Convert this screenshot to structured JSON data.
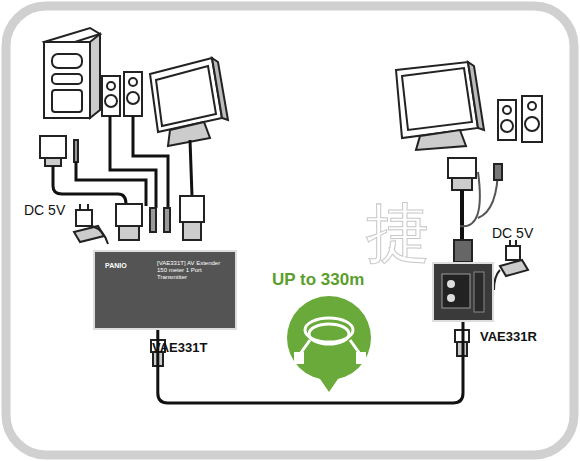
{
  "diagram": {
    "nodes": [
      {
        "text": [
          "PANIO",
          "[VAE331T] AV Extender 150 meter 1 Port Transmitter",
          "VAE331T"
        ]
      },
      {
        "text": [
          "VAE331R"
        ]
      }
    ],
    "edges": [
      {
        "from": 0,
        "to": 1,
        "arrow": "none"
      }
    ],
    "labels": [
      "DC 5V",
      "DC 5V",
      "UP to 330m",
      "捷"
    ]
  }
}
